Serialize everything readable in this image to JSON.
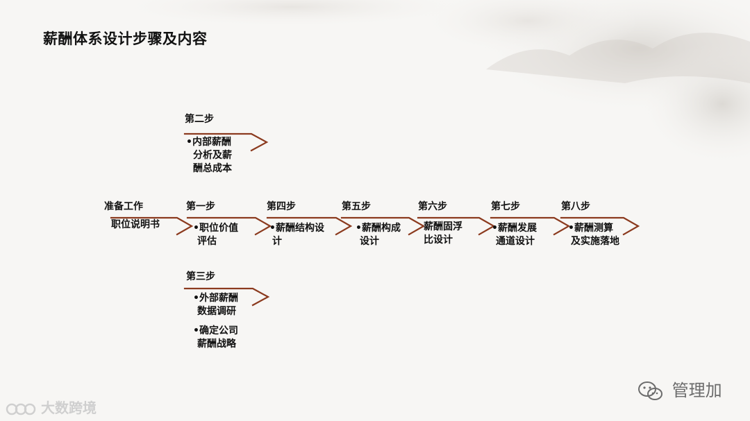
{
  "title": "薪酬体系设计步骤及内容",
  "colors": {
    "arrow": "#8b3a1e",
    "text": "#111111"
  },
  "prep": {
    "label": "准备工作",
    "item": "职位说明书"
  },
  "steps": {
    "s1": {
      "label": "第一步",
      "item_line1": "•职位价值",
      "item_line2": "评估"
    },
    "s2": {
      "label": "第二步",
      "item_line1": "•内部薪酬",
      "item_line2": "分析及薪",
      "item_line3": "酬总成本"
    },
    "s3": {
      "label": "第三步",
      "item1_line1": "•外部薪酬",
      "item1_line2": "数据调研",
      "item2_line1": "•确定公司",
      "item2_line2": "薪酬战略"
    },
    "s4": {
      "label": "第四步",
      "item_line1": "•薪酬结构设",
      "item_line2": "计"
    },
    "s5": {
      "label": "第五步",
      "item_line1": "•薪酬构成",
      "item_line2": "设计"
    },
    "s6": {
      "label": "第六步",
      "item_line1": "薪酬固浮",
      "item_line2": "比设计"
    },
    "s7": {
      "label": "第七步",
      "item_line1": "•薪酬发展",
      "item_line2": "通道设计"
    },
    "s8": {
      "label": "第八步",
      "item_line1": "•薪酬测算",
      "item_line2": "及实施落地"
    }
  },
  "watermarks": {
    "left": "大数跨境",
    "right": "管理加"
  }
}
